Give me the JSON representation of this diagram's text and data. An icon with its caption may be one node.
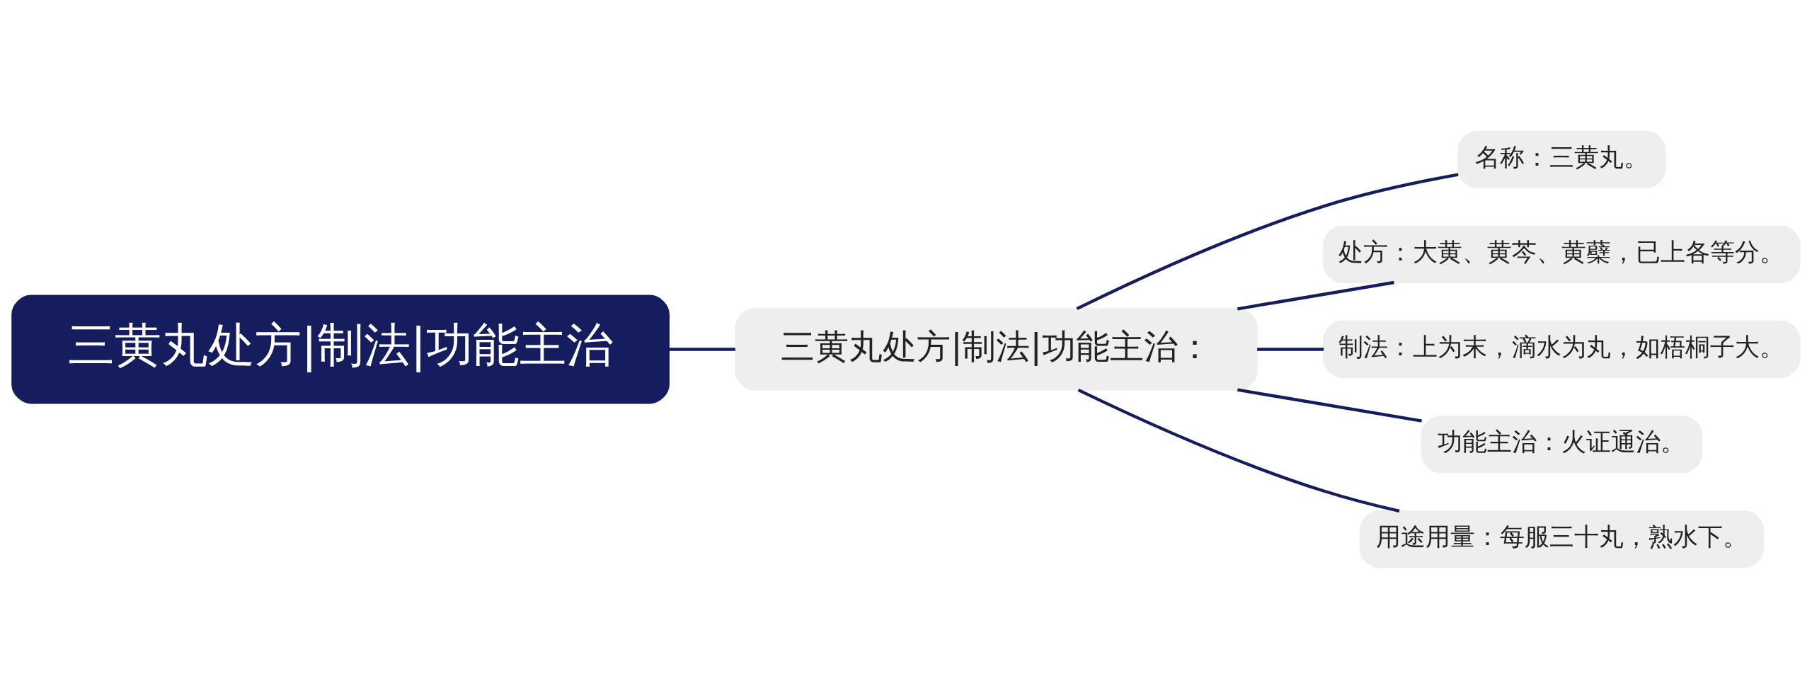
{
  "diagram": {
    "nodes": [
      {
        "text": [
          "三黄丸处方|制法|功能主治"
        ]
      },
      {
        "text": [
          "三黄丸处方|制法|功能主治："
        ]
      },
      {
        "text": [
          "名称：三黄丸。"
        ]
      },
      {
        "text": [
          "处方：大黄、黄芩、黄蘗，已上各等分。"
        ]
      },
      {
        "text": [
          "制法：上为末，滴水为丸，如梧桐子大。"
        ]
      },
      {
        "text": [
          "功能主治：火证通治。"
        ]
      },
      {
        "text": [
          "用途用量：每服三十丸，熟水下。"
        ]
      }
    ],
    "edges": [
      {
        "from": 0,
        "to": 1,
        "arrow": "none"
      },
      {
        "from": 1,
        "to": 2,
        "arrow": "none"
      },
      {
        "from": 1,
        "to": 3,
        "arrow": "none"
      },
      {
        "from": 1,
        "to": 4,
        "arrow": "none"
      },
      {
        "from": 1,
        "to": 5,
        "arrow": "none"
      },
      {
        "from": 1,
        "to": 6,
        "arrow": "none"
      }
    ]
  }
}
